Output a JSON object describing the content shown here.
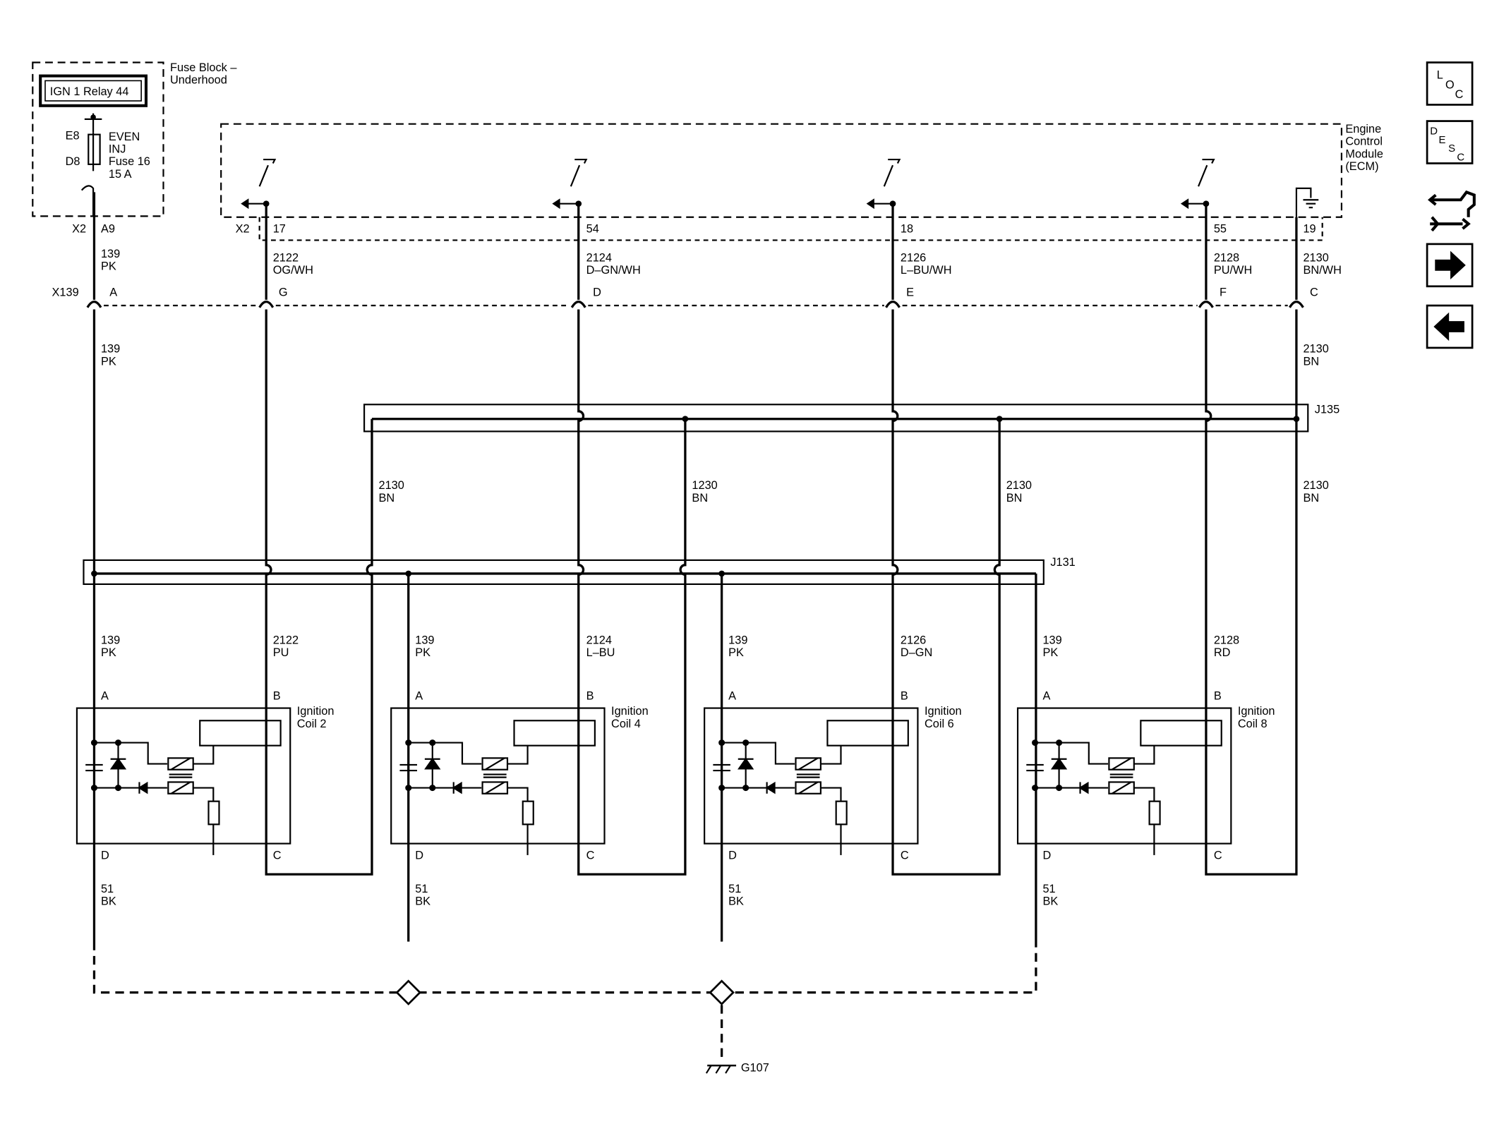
{
  "fuse_block": {
    "title_l1": "Fuse Block –",
    "title_l2": "Underhood",
    "relay": "IGN 1 Relay 44",
    "pin_e8": "E8",
    "pin_d8": "D8",
    "fuse_l1": "EVEN",
    "fuse_l2": "INJ",
    "fuse_l3": "Fuse 16",
    "fuse_l4": "15 A"
  },
  "ecm": {
    "l1": "Engine",
    "l2": "Control",
    "l3": "Module",
    "l4": "(ECM)"
  },
  "connectors": {
    "x2_left": "X2",
    "a9": "A9",
    "x2_right": "X2",
    "x139": "X139"
  },
  "ecm_pins": [
    {
      "pin": "17",
      "circuit": "2122",
      "color": "OG/WH",
      "x139_pin": "G"
    },
    {
      "pin": "54",
      "circuit": "2124",
      "color": "D–GN/WH",
      "x139_pin": "D"
    },
    {
      "pin": "18",
      "circuit": "2126",
      "color": "L–BU/WH",
      "x139_pin": "E"
    },
    {
      "pin": "55",
      "circuit": "2128",
      "color": "PU/WH",
      "x139_pin": "F"
    },
    {
      "pin": "19",
      "circuit": "2130",
      "color": "BN/WH",
      "x139_pin": "C"
    }
  ],
  "feed": {
    "upper_circuit": "139",
    "upper_color": "PK",
    "x139_pin": "A",
    "lower_circuit": "139",
    "lower_color": "PK"
  },
  "ground_bn": {
    "circuit": "2130",
    "color": "BN"
  },
  "splices": {
    "j135": "J135",
    "j131": "J131"
  },
  "between_splices": [
    {
      "circuit": "2130",
      "color": "BN"
    },
    {
      "circuit": "1230",
      "color": "BN"
    },
    {
      "circuit": "2130",
      "color": "BN"
    },
    {
      "circuit": "2130",
      "color": "BN"
    }
  ],
  "coils": [
    {
      "name_l1": "Ignition",
      "name_l2": "Coil 2",
      "feed_circuit": "139",
      "feed_color": "PK",
      "sig_circuit": "2122",
      "sig_color": "PU",
      "gnd_circuit": "51",
      "gnd_color": "BK",
      "pin_a": "A",
      "pin_b": "B",
      "pin_c": "C",
      "pin_d": "D"
    },
    {
      "name_l1": "Ignition",
      "name_l2": "Coil 4",
      "feed_circuit": "139",
      "feed_color": "PK",
      "sig_circuit": "2124",
      "sig_color": "L–BU",
      "gnd_circuit": "51",
      "gnd_color": "BK",
      "pin_a": "A",
      "pin_b": "B",
      "pin_c": "C",
      "pin_d": "D"
    },
    {
      "name_l1": "Ignition",
      "name_l2": "Coil 6",
      "feed_circuit": "139",
      "feed_color": "PK",
      "sig_circuit": "2126",
      "sig_color": "D–GN",
      "gnd_circuit": "51",
      "gnd_color": "BK",
      "pin_a": "A",
      "pin_b": "B",
      "pin_c": "C",
      "pin_d": "D"
    },
    {
      "name_l1": "Ignition",
      "name_l2": "Coil 8",
      "feed_circuit": "139",
      "feed_color": "PK",
      "sig_circuit": "2128",
      "sig_color": "RD",
      "gnd_circuit": "51",
      "gnd_color": "BK",
      "pin_a": "A",
      "pin_b": "B",
      "pin_c": "C",
      "pin_d": "D"
    }
  ],
  "ground": {
    "label": "G107"
  },
  "nav": {
    "loc_l": "L",
    "loc_o": "O",
    "loc_c": "C",
    "desc_d": "D",
    "desc_e": "E",
    "desc_s": "S",
    "desc_c": "C"
  }
}
